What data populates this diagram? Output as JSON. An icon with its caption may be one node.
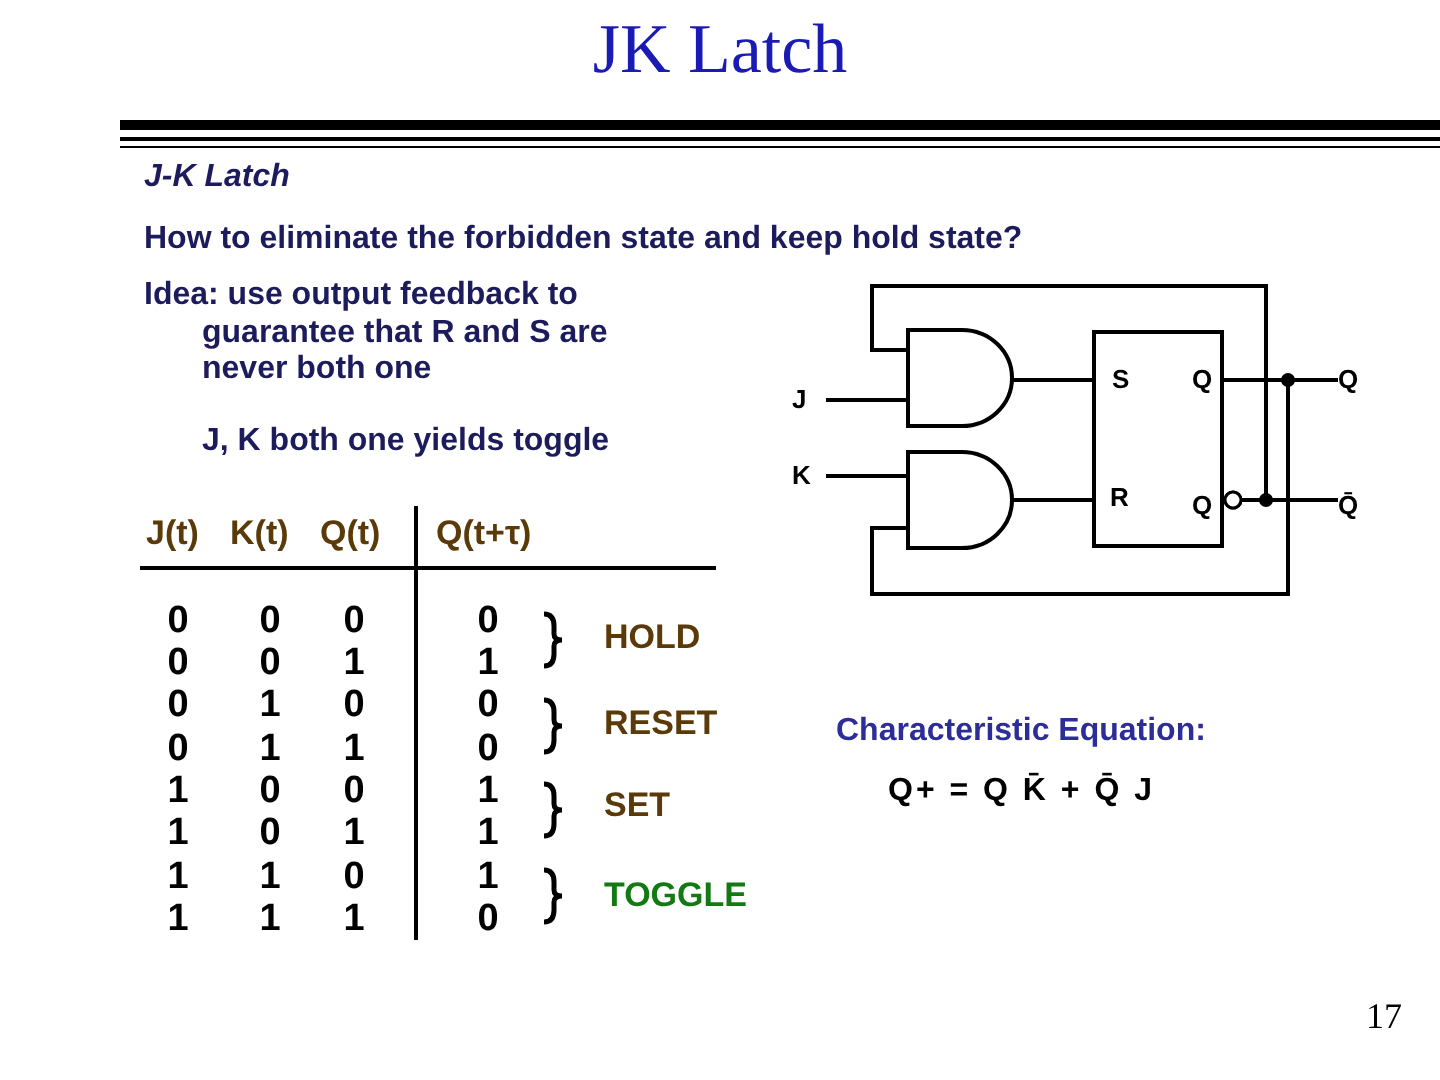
{
  "diagram": {
    "title": "JK Latch",
    "nodes": [
      {
        "text": [
          "J"
        ]
      },
      {
        "text": [
          "K"
        ]
      },
      {
        "text": [],
        "shape": "gate"
      },
      {
        "text": [],
        "shape": "gate"
      },
      {
        "text": [
          "S",
          "Q",
          "R",
          "Q"
        ]
      },
      {
        "text": [
          "Q"
        ]
      },
      {
        "text": [
          "Q̄"
        ]
      }
    ],
    "edges": [
      {
        "from": 0,
        "to": 2,
        "arrow": "none"
      },
      {
        "from": 1,
        "to": 3,
        "arrow": "none"
      },
      {
        "from": 2,
        "to": 4,
        "arrow": "none"
      },
      {
        "from": 3,
        "to": 4,
        "arrow": "none"
      },
      {
        "from": 4,
        "to": 5,
        "arrow": "none"
      },
      {
        "from": 4,
        "to": 6,
        "arrow": "other"
      },
      {
        "from": 4,
        "to": 2,
        "arrow": "other"
      },
      {
        "from": 4,
        "to": 3,
        "arrow": "none"
      }
    ],
    "labels": [
      "J-K Latch",
      "How to eliminate the forbidden state and keep hold state?",
      "Idea: use output feedback to guarantee that R and S are never both one",
      "J, K both one yields toggle",
      "J(t)",
      "K(t)",
      "Q(t)",
      "Q(t+τ)",
      "0",
      "0",
      "0",
      "0",
      "0",
      "0",
      "1",
      "1",
      "0",
      "1",
      "0",
      "0",
      "0",
      "1",
      "1",
      "0",
      "1",
      "0",
      "0",
      "1",
      "1",
      "0",
      "1",
      "1",
      "1",
      "1",
      "0",
      "1",
      "1",
      "1",
      "1",
      "0",
      "HOLD",
      "RESET",
      "SET",
      "TOGGLE",
      "Characteristic Equation:",
      "Q+ = Q K̄ + Q̄ J",
      "17"
    ]
  }
}
